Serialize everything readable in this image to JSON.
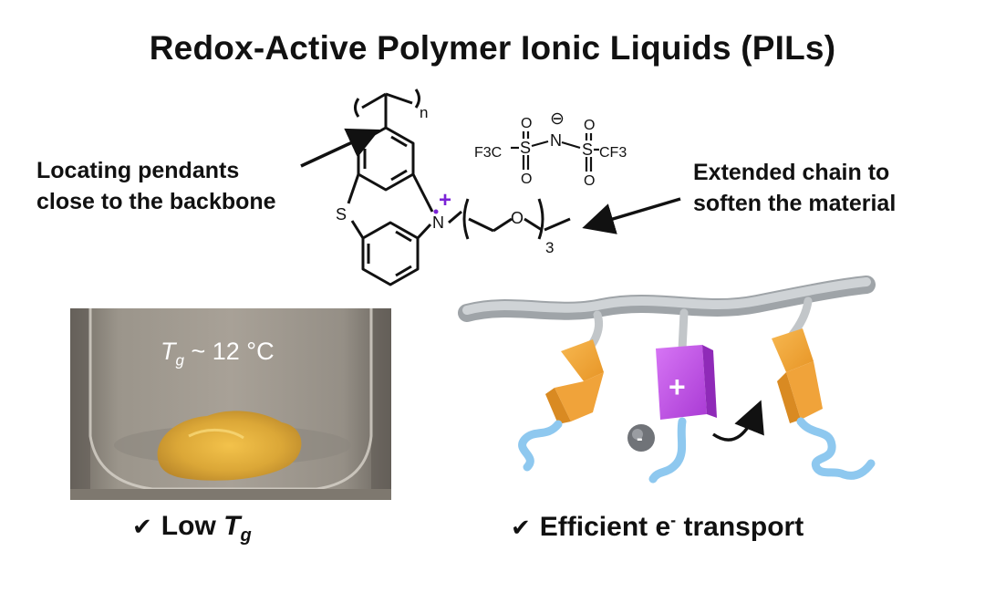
{
  "title": "Redox-Active Polymer Ionic Liquids (PILs)",
  "left_annotation": [
    "Locating pendants",
    "close to the backbone"
  ],
  "right_annotation": [
    "Extended chain to",
    "soften the material"
  ],
  "structure": {
    "repeat_subscript": "n",
    "sulfur": "S",
    "nitrogen": "N",
    "radical_cation": "+",
    "oxygen": "O",
    "ether_repeat": "3",
    "anion_left": "F3C",
    "anion_s1": "S",
    "anion_n": "N",
    "anion_s2": "S",
    "anion_right": "CF3",
    "anion_o": "O",
    "anion_charge": "⊖"
  },
  "photo": {
    "tg_symbol": "T",
    "tg_subscript": "g",
    "tg_value": "~ 12 °C"
  },
  "cartoon": {
    "cation_sign": "+",
    "anion_sign": "-"
  },
  "checks": {
    "left": {
      "text": "Low ",
      "tg_symbol": "T",
      "tg_subscript": "g"
    },
    "right": {
      "text_before": "Efficient e",
      "superscript": "-",
      "text_after": " transport"
    }
  },
  "colors": {
    "cation_purple": "#c24fe6",
    "ring_orange": "#f4a93c",
    "chain_blue": "#8ec8ef",
    "backbone_gray": "#bfc3c6",
    "radical_purple": "#7a22d6"
  }
}
